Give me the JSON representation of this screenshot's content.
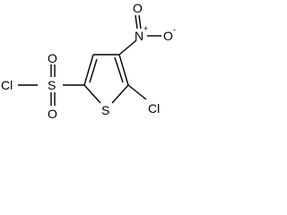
{
  "molecule": {
    "atoms": {
      "cl_sulfonyl": "Cl",
      "s_sulfonyl": "S",
      "o_sulfonyl_top": "O",
      "o_sulfonyl_bottom": "O",
      "s_ring": "S",
      "cl_ring": "Cl",
      "n_nitro": "N",
      "nitro_plus": "+",
      "o_nitro_top": "O",
      "o_nitro_right": "O",
      "nitro_minus": "-"
    }
  }
}
